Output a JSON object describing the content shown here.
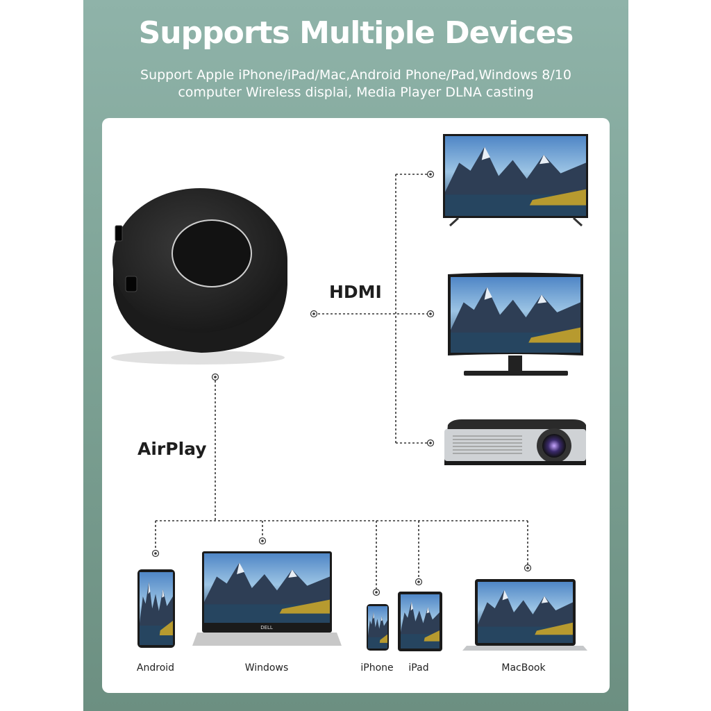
{
  "header": {
    "title": "Supports Multiple Devices",
    "subtitle_line1": "Support Apple iPhone/iPad/Mac,Android Phone/Pad,Windows 8/10",
    "subtitle_line2": "computer Wireless displai, Media Player DLNA casting"
  },
  "labels": {
    "hdmi": "HDMI",
    "airplay": "AirPlay"
  },
  "devices": {
    "android": "Android",
    "windows": "Windows",
    "iphone": "iPhone",
    "ipad": "iPad",
    "macbook": "MacBook"
  },
  "logos": {
    "laptop_brand": "DELL"
  },
  "colors": {
    "panel": "#7ea396",
    "card": "#ffffff",
    "device_dark": "#1a1a1a",
    "connector_line": "#333333"
  },
  "icons": [
    "dongle-image",
    "tv-image",
    "monitor-image",
    "projector-image",
    "phone-image",
    "laptop-image",
    "tablet-image",
    "connector-dot-icon"
  ]
}
